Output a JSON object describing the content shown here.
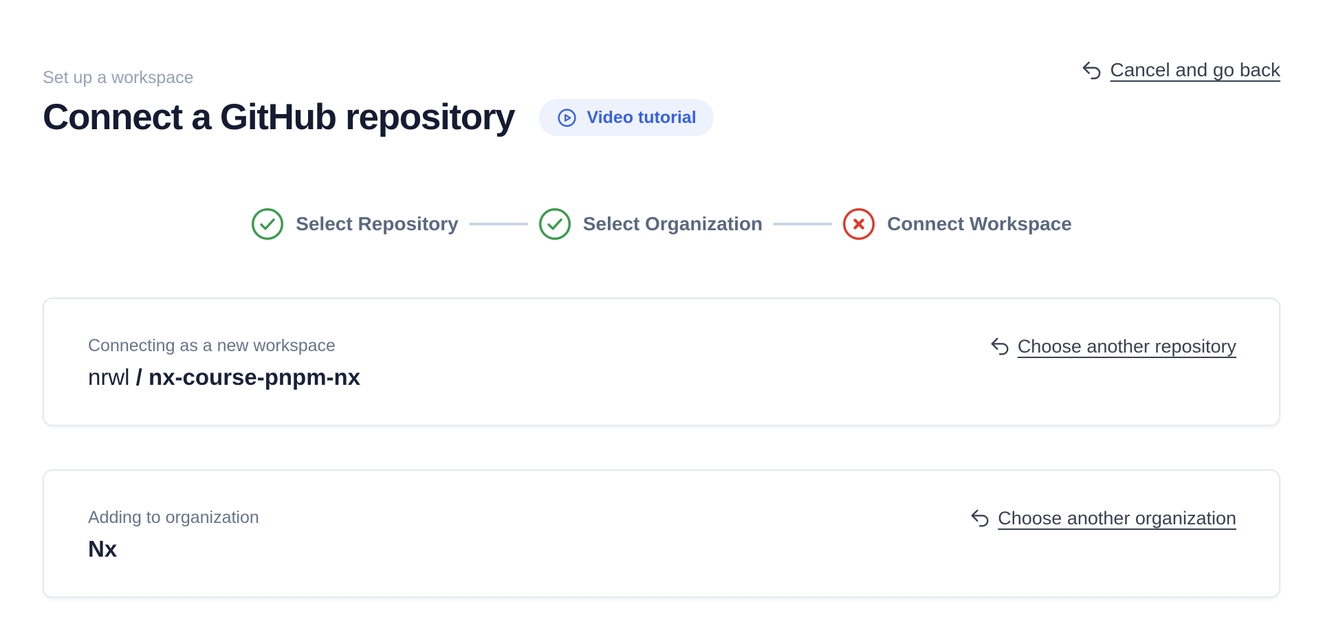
{
  "header": {
    "eyebrow": "Set up a workspace",
    "title": "Connect a GitHub repository",
    "video_button_label": "Video tutorial",
    "cancel_link_label": "Cancel and go back"
  },
  "stepper": {
    "steps": [
      {
        "label": "Select Repository",
        "status": "complete",
        "icon": "check-circle-icon"
      },
      {
        "label": "Select Organization",
        "status": "complete",
        "icon": "check-circle-icon"
      },
      {
        "label": "Connect Workspace",
        "status": "error",
        "icon": "x-circle-icon"
      }
    ]
  },
  "cards": [
    {
      "label": "Connecting as a new workspace",
      "value_prefix": "nrwl",
      "value_separator": " / ",
      "value_main": "nx-course-pnpm-nx",
      "action_label": "Choose another repository"
    },
    {
      "label": "Adding to organization",
      "value_prefix": "",
      "value_separator": "",
      "value_main": "Nx",
      "action_label": "Choose another organization"
    }
  ],
  "colors": {
    "accent_blue": "#3761e3",
    "accent_blue_bg": "#eef2fd",
    "success_green": "#3d9a50",
    "error_red": "#d93b2b",
    "link_text": "#394150",
    "muted_label": "#97a2b4",
    "step_label": "#5b6880",
    "connector": "#ccd5e2",
    "card_border": "#e5e8f0",
    "value_text": "#1a2138"
  }
}
